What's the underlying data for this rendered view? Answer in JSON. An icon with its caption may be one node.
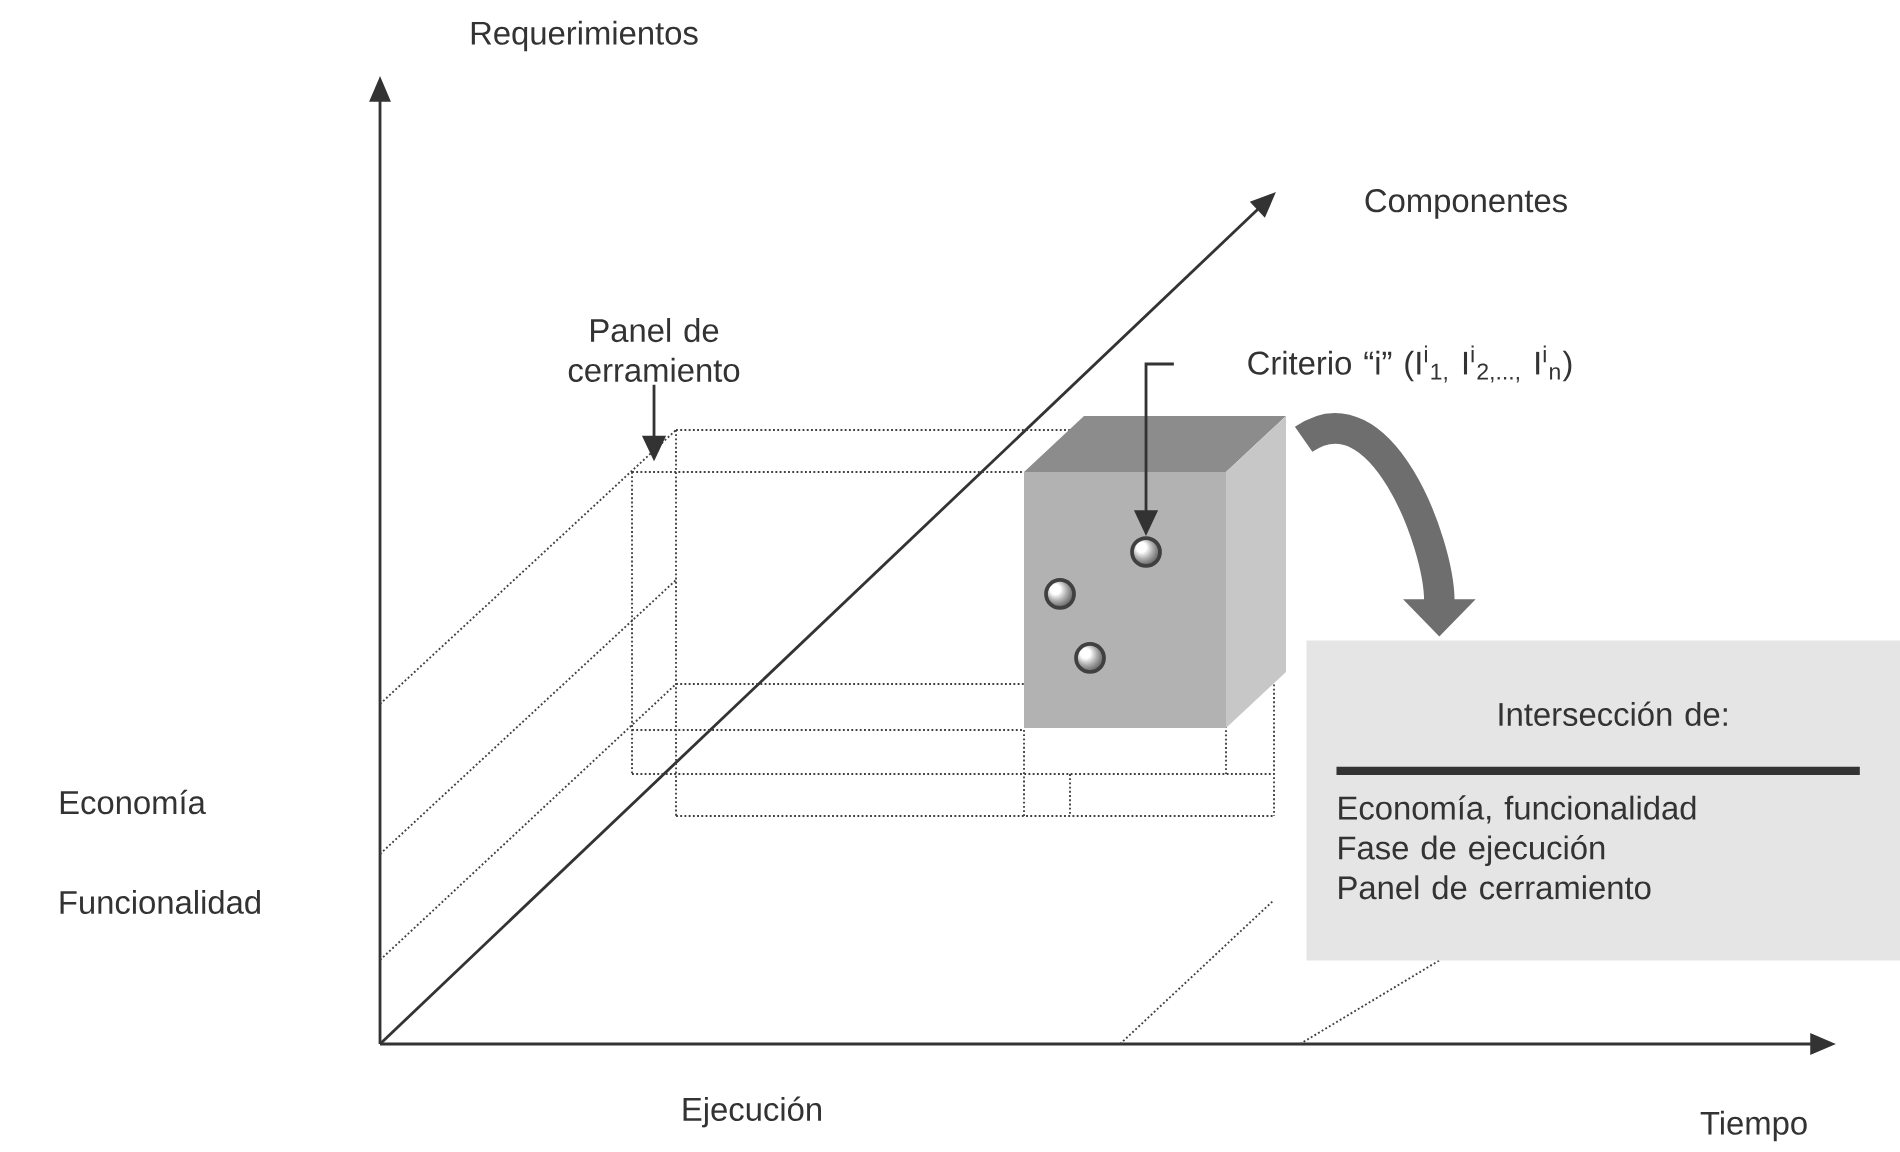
{
  "diagram": {
    "nodes": [
      {
        "text": [
          "Panel de cerramiento"
        ]
      },
      {
        "text": [
          "Criterio “i” (I$^{i}$$_{1,}$ I$^{i}$$_{2,...,}$ I$^{i}$$_{n}$)"
        ]
      },
      {
        "text": [],
        "shape": "box"
      },
      {
        "text": [],
        "shape": "circle",
        "in": 2
      },
      {
        "text": [],
        "shape": "circle",
        "in": 2
      },
      {
        "text": [],
        "shape": "circle",
        "in": 2
      },
      {
        "text": [
          "Intersección de:",
          "Economía, funcionalidad",
          "Fase de ejecución",
          "Panel de cerramiento"
        ]
      }
    ],
    "edges": [
      {
        "from": 0,
        "to": null,
        "arrow": "to"
      },
      {
        "from": 1,
        "to": 5,
        "arrow": "to"
      },
      {
        "from": 2,
        "to": 6,
        "arrow": "to",
        "style": "thick",
        "color": "#6e6e6e"
      }
    ],
    "labels": [
      "Requerimientos",
      "Componentes",
      "Economía",
      "Funcionalidad",
      "Ejecución",
      "Tiempo"
    ]
  }
}
